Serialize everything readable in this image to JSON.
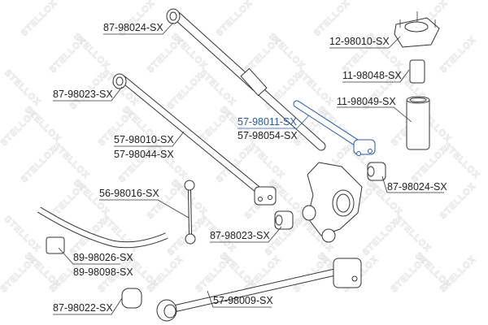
{
  "watermark": "STELLOX",
  "accent_color": "#2a5aa8",
  "labels": {
    "arm_upper_bushing": "87-98024-SX",
    "arm_lower_bushing": "87-98023-SX",
    "lower_arm_1": "57-98010-SX",
    "lower_arm_2": "57-98044-SX",
    "strut_mount": "12-98010-SX",
    "bump_stop": "11-98048-SX",
    "dust_boot": "11-98049-SX",
    "link_highlight": "57-98011-SX",
    "link_alt": "57-98054-SX",
    "knuckle_bushing": "87-98024-SX",
    "stabilizer_link": "56-98016-SX",
    "knuckle_bushing_2": "87-98023-SX",
    "stab_bushing_1": "89-98026-SX",
    "stab_bushing_2": "89-98098-SX",
    "trailing_bushing": "87-98022-SX",
    "trailing_arm": "57-98009-SX"
  }
}
